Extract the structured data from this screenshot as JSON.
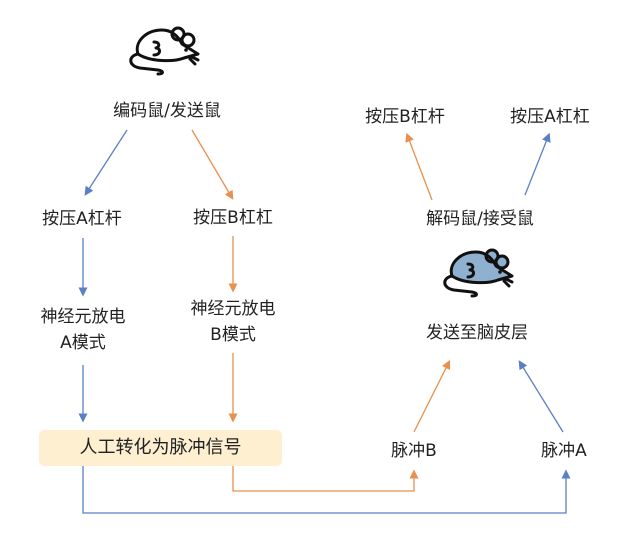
{
  "colors": {
    "blue": "#5b7fc4",
    "orange": "#e8904f",
    "highlight": "#fdefd0",
    "mouse_fill": "#8fb0cf"
  },
  "encoder": {
    "label": "编码鼠/发送鼠",
    "icon": "mouse-outline-icon"
  },
  "decoder": {
    "label": "解码鼠/接受鼠",
    "icon": "mouse-filled-icon"
  },
  "left": {
    "press_a": "按压A杠杆",
    "press_b": "按压B杠杠",
    "neuron_a_line1": "神经元放电",
    "neuron_a_line2": "A模式",
    "neuron_b_line1": "神经元放电",
    "neuron_b_line2": "B模式",
    "convert": "人工转化为脉冲信号"
  },
  "right": {
    "press_b": "按压B杠杆",
    "press_a": "按压A杠杠",
    "cortex": "发送至脑皮层",
    "pulse_b": "脉冲B",
    "pulse_a": "脉冲A"
  }
}
